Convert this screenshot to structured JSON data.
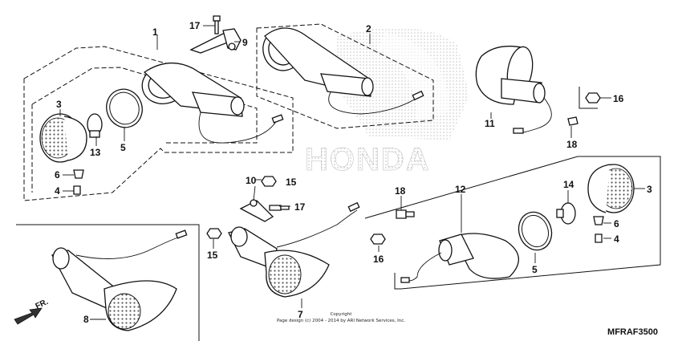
{
  "callouts": [
    {
      "id": "c1",
      "text": "1"
    },
    {
      "id": "c2",
      "text": "2"
    },
    {
      "id": "c3a",
      "text": "3"
    },
    {
      "id": "c3b",
      "text": "3"
    },
    {
      "id": "c4a",
      "text": "4"
    },
    {
      "id": "c4b",
      "text": "4"
    },
    {
      "id": "c5a",
      "text": "5"
    },
    {
      "id": "c5b",
      "text": "5"
    },
    {
      "id": "c6a",
      "text": "6"
    },
    {
      "id": "c6b",
      "text": "6"
    },
    {
      "id": "c7",
      "text": "7"
    },
    {
      "id": "c8",
      "text": "8"
    },
    {
      "id": "c9",
      "text": "9"
    },
    {
      "id": "c10",
      "text": "10"
    },
    {
      "id": "c11",
      "text": "11"
    },
    {
      "id": "c12",
      "text": "12"
    },
    {
      "id": "c13",
      "text": "13"
    },
    {
      "id": "c14",
      "text": "14"
    },
    {
      "id": "c15a",
      "text": "15"
    },
    {
      "id": "c15b",
      "text": "15"
    },
    {
      "id": "c16a",
      "text": "16"
    },
    {
      "id": "c16b",
      "text": "16"
    },
    {
      "id": "c17a",
      "text": "17"
    },
    {
      "id": "c17b",
      "text": "17"
    },
    {
      "id": "c18a",
      "text": "18"
    },
    {
      "id": "c18b",
      "text": "18"
    }
  ],
  "watermark": "HONDA",
  "front_arrow": "FR.",
  "copyright_line1": "Copyright",
  "copyright_line2": "Page design (c) 2004 - 2014 by ARI Network Services, Inc.",
  "diagram_code": "MFRAF3500"
}
